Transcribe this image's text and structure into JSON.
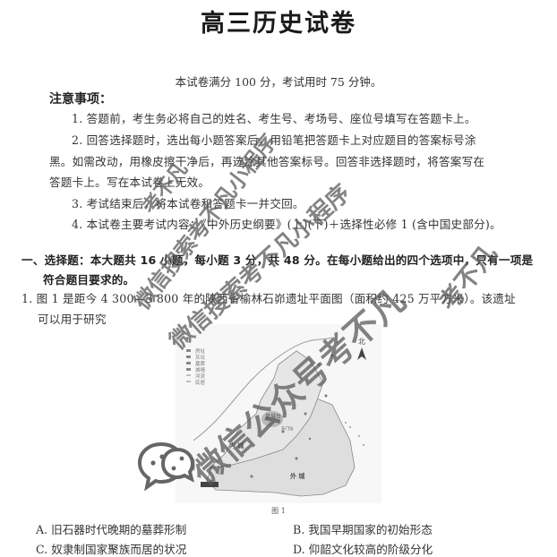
{
  "document": {
    "title": "高三历史试卷",
    "subtitle": "本试卷满分 100 分，考试用时 75 分钟。",
    "notice": {
      "heading": "注意事项：",
      "items": [
        "1. 答题前，考生务必将自己的姓名、考生号、考场号、座位号填写在答题卡上。",
        "2. 回答选择题时，选出每小题答案后，用铅笔把答题卡上对应题目的答案标号涂",
        "黑。如需改动，用橡皮擦干净后，再选涂其他答案标号。回答非选择题时，将答案写在",
        "答题卡上。写在本试卷上无效。",
        "3. 考试结束后，将本试卷和答题卡一并交回。",
        "4. 本试卷主要考试内容：《中外历史纲要》(上)(下)＋选择性必修 1 (含中国史部分)。"
      ]
    },
    "section": {
      "line1": "一、选择题：本大题共 16 小题，每小题 3 分，共 48 分。在每小题给出的四个选项中，只有一项是",
      "line2": "符合题目要求的。"
    },
    "question1": {
      "line1": "1. 图 1 是距今 4 300—3 800 年的陕西省榆林石峁遗址平面图（面积约 425 万平方米）。该遗址",
      "line2": "可以用于研究",
      "figure": {
        "caption": "图 1",
        "north_label": "北",
        "legend": [
          "房址",
          "灰坑",
          "墓葬",
          "城墙",
          "河流",
          "民居"
        ],
        "labels": {
          "palace": "皇城台",
          "inner_city": "内 城",
          "outer_city": "外 城",
          "east_gate": "东门址",
          "small_label": "樊庄子"
        }
      },
      "options": [
        {
          "key": "A",
          "text": "A. 旧石器时代晚期的墓葬形制"
        },
        {
          "key": "B",
          "text": "B. 我国早期国家的初始形态"
        },
        {
          "key": "C",
          "text": "C. 奴隶制国家聚族而居的状况"
        },
        {
          "key": "D",
          "text": "D. 仰韶文化较高的阶级分化"
        }
      ]
    }
  },
  "watermarks": {
    "small": "考不凡",
    "middle": "微信搜索考不凡小程序",
    "right": "考不凡",
    "large": "微信公众号考不凡",
    "color": "#5a5a5a"
  }
}
